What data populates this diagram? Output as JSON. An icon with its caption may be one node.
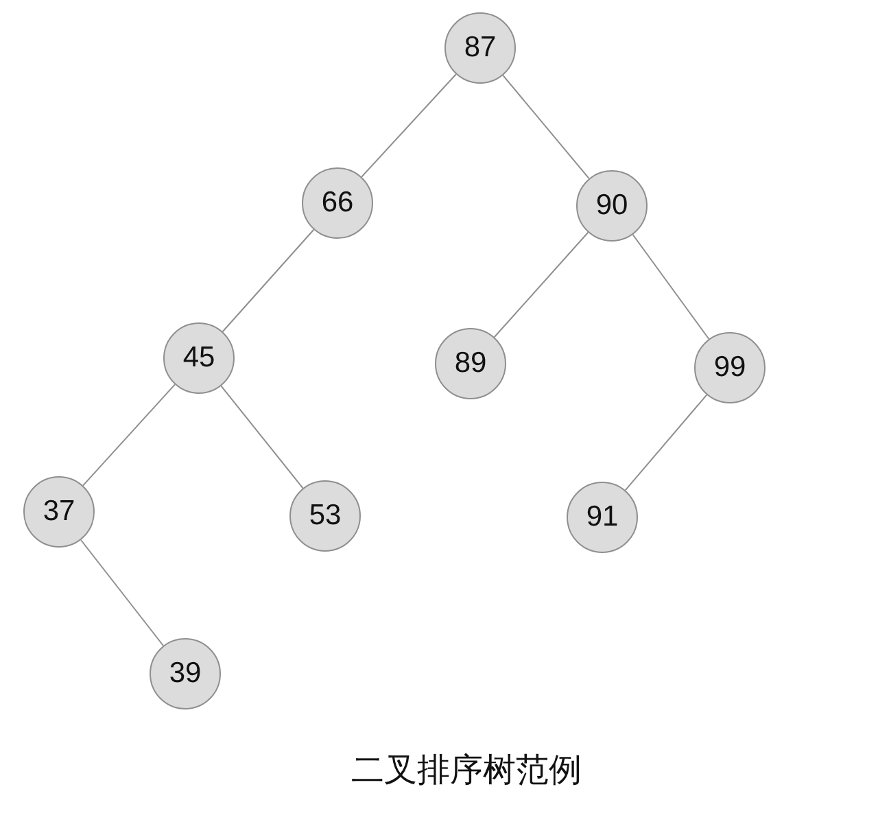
{
  "diagram": {
    "caption": "二叉排序树范例",
    "nodes": [
      {
        "text": [
          "87"
        ]
      },
      {
        "text": [
          "66"
        ]
      },
      {
        "text": [
          "90"
        ]
      },
      {
        "text": [
          "45"
        ]
      },
      {
        "text": [
          "89"
        ]
      },
      {
        "text": [
          "99"
        ]
      },
      {
        "text": [
          "37"
        ]
      },
      {
        "text": [
          "53"
        ]
      },
      {
        "text": [
          "91"
        ]
      },
      {
        "text": [
          "39"
        ]
      }
    ],
    "edges": [
      {
        "from": 0,
        "to": 1,
        "arrow": "none"
      },
      {
        "from": 0,
        "to": 2,
        "arrow": "none"
      },
      {
        "from": 1,
        "to": 3,
        "arrow": "none"
      },
      {
        "from": 2,
        "to": 4,
        "arrow": "none"
      },
      {
        "from": 2,
        "to": 5,
        "arrow": "none"
      },
      {
        "from": 3,
        "to": 6,
        "arrow": "none"
      },
      {
        "from": 3,
        "to": 7,
        "arrow": "none"
      },
      {
        "from": 5,
        "to": 8,
        "arrow": "none"
      },
      {
        "from": 6,
        "to": 9,
        "arrow": "none"
      }
    ]
  }
}
